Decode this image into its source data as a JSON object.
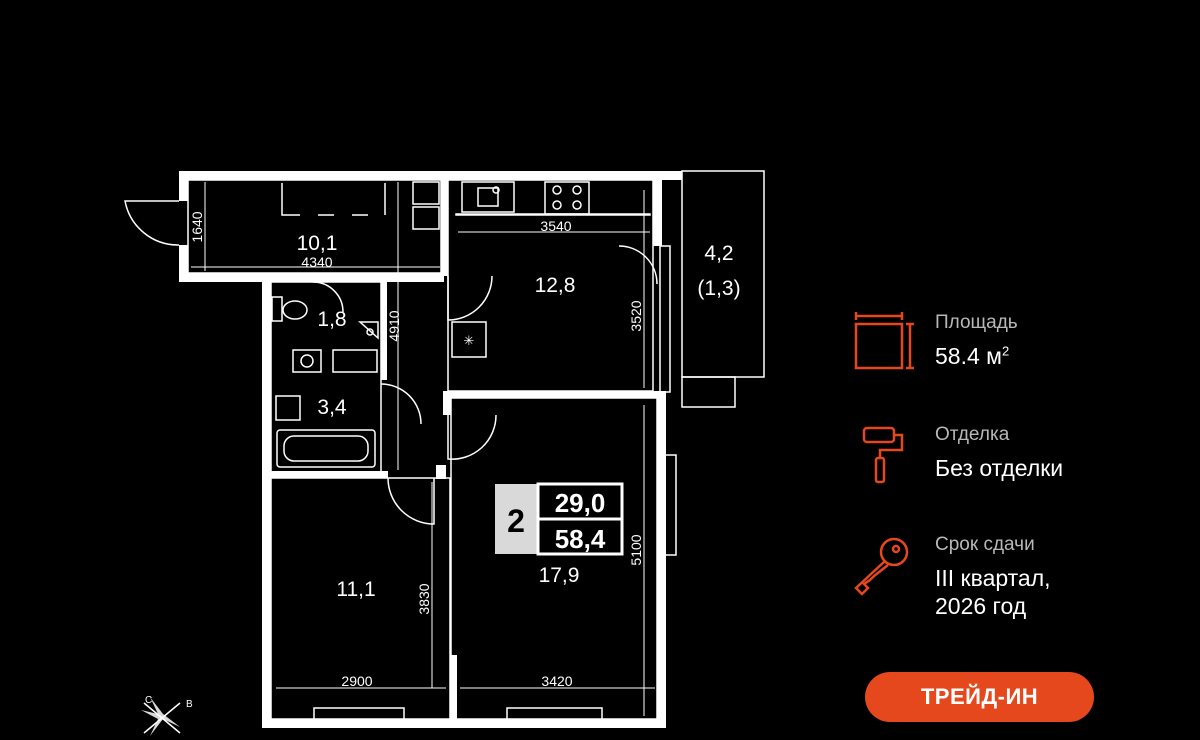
{
  "plan": {
    "rooms": [
      {
        "id": "hall",
        "area": "10,1"
      },
      {
        "id": "kitchen",
        "area": "12,8"
      },
      {
        "id": "balcony",
        "area": "4,2",
        "area_reduced": "(1,3)"
      },
      {
        "id": "wc",
        "area": "1,8"
      },
      {
        "id": "bath",
        "area": "3,4"
      },
      {
        "id": "bedroom",
        "area": "11,1"
      },
      {
        "id": "living",
        "area": "17,9"
      }
    ],
    "dimensions": {
      "d1640": "1640",
      "d4340": "4340",
      "d4910": "4910",
      "d3540": "3540",
      "d3520": "3520",
      "d3830": "3830",
      "d5100": "5100",
      "d2900": "2900",
      "d3420": "3420"
    },
    "badge": {
      "rooms": "2",
      "living_area": "29,0",
      "total_area": "58,4"
    },
    "compass": {
      "north": "С",
      "east": "В"
    }
  },
  "info": {
    "area": {
      "label": "Площадь",
      "value": "58.4 м",
      "unit_sup": "2"
    },
    "finish": {
      "label": "Отделка",
      "value": "Без отделки"
    },
    "deadline": {
      "label": "Срок сдачи",
      "line1": "III квартал,",
      "line2": "2026 год"
    }
  },
  "trade_in": {
    "label": "ТРЕЙД-ИН"
  },
  "colors": {
    "accent": "#e5481d",
    "background": "#000000",
    "walls": "#ffffff",
    "label": "#b8b8b8"
  }
}
